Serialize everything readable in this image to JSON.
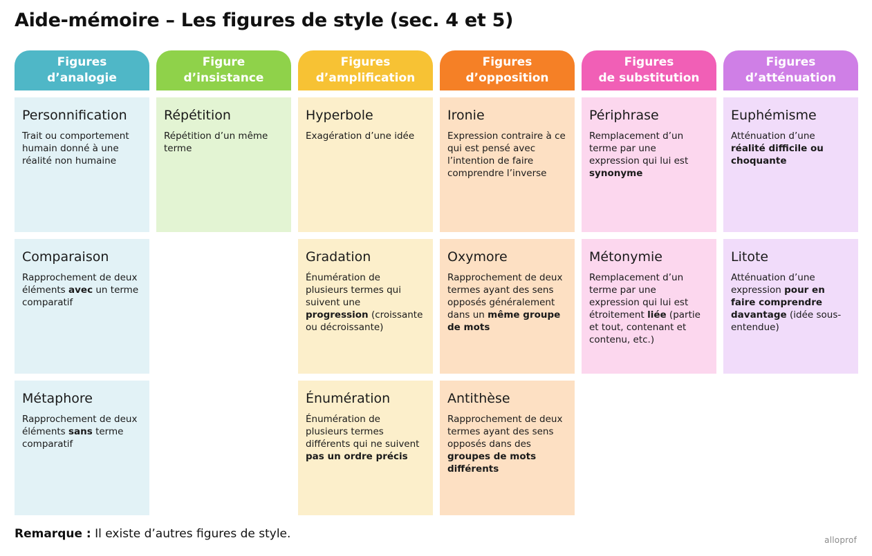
{
  "title": "Aide-mémoire – Les figures de style (sec. 4 et 5)",
  "categories": [
    {
      "header": "Figures\nd’analogie",
      "header_color": "#4fb7c7",
      "card_color": "#e2f2f6",
      "figures": [
        {
          "name": "Personnification",
          "desc": [
            [
              "Trait ou comportement humain donné à une réalité non humaine",
              false
            ]
          ]
        },
        {
          "name": "Comparaison",
          "desc": [
            [
              "Rapprochement de deux éléments ",
              false
            ],
            [
              "avec",
              true
            ],
            [
              " un terme comparatif",
              false
            ]
          ]
        },
        {
          "name": "Métaphore",
          "desc": [
            [
              "Rapprochement de deux éléments ",
              false
            ],
            [
              "sans",
              true
            ],
            [
              " terme comparatif",
              false
            ]
          ]
        }
      ]
    },
    {
      "header": "Figure\nd’insistance",
      "header_color": "#8fd24a",
      "card_color": "#e3f4d3",
      "figures": [
        {
          "name": "Répétition",
          "desc": [
            [
              "Répétition d’un même terme",
              false
            ]
          ]
        }
      ]
    },
    {
      "header": "Figures\nd’amplification",
      "header_color": "#f7c234",
      "card_color": "#fcefcb",
      "figures": [
        {
          "name": "Hyperbole",
          "desc": [
            [
              "Exagération d’une idée",
              false
            ]
          ]
        },
        {
          "name": "Gradation",
          "desc": [
            [
              "Énumération de plusieurs termes qui suivent une ",
              false
            ],
            [
              "progression",
              true
            ],
            [
              " (croissante ou décroissante)",
              false
            ]
          ]
        },
        {
          "name": "Énumération",
          "desc": [
            [
              "Énumération de plusieurs termes différents qui ne suivent ",
              false
            ],
            [
              "pas un ordre précis",
              true
            ]
          ]
        }
      ]
    },
    {
      "header": "Figures\nd’opposition",
      "header_color": "#f58026",
      "card_color": "#fde0c3",
      "figures": [
        {
          "name": "Ironie",
          "desc": [
            [
              "Expression contraire à ce qui est pensé avec l’intention de faire comprendre l’inverse",
              false
            ]
          ]
        },
        {
          "name": "Oxymore",
          "desc": [
            [
              "Rapprochement de deux termes ayant des sens opposés généralement dans un ",
              false
            ],
            [
              "même groupe de mots",
              true
            ]
          ]
        },
        {
          "name": "Antithèse",
          "desc": [
            [
              "Rapprochement de deux termes ayant des sens opposés dans des ",
              false
            ],
            [
              "groupes de mots différents",
              true
            ]
          ]
        }
      ]
    },
    {
      "header": "Figures\nde substitution",
      "header_color": "#f15fb6",
      "card_color": "#fcd7ee",
      "figures": [
        {
          "name": "Périphrase",
          "desc": [
            [
              "Remplacement d’un terme par une expression qui lui est ",
              false
            ],
            [
              "synonyme",
              true
            ]
          ]
        },
        {
          "name": "Métonymie",
          "desc": [
            [
              "Remplacement d’un terme par une expression qui lui est étroitement ",
              false
            ],
            [
              "liée",
              true
            ],
            [
              " (partie et tout, contenant et contenu, etc.)",
              false
            ]
          ]
        }
      ]
    },
    {
      "header": "Figures\nd’atténuation",
      "header_color": "#cf7fe6",
      "card_color": "#f1dcfa",
      "figures": [
        {
          "name": "Euphémisme",
          "desc": [
            [
              "Atténuation d’une ",
              false
            ],
            [
              "réalité difficile ou choquante",
              true
            ]
          ]
        },
        {
          "name": "Litote",
          "desc": [
            [
              "Atténuation d’une expression ",
              false
            ],
            [
              "pour en faire comprendre davantage",
              true
            ],
            [
              " (idée sous-entendue)",
              false
            ]
          ]
        }
      ]
    }
  ],
  "note": {
    "label": "Remarque :",
    "text": " Il existe d’autres figures de style."
  },
  "brand": "alloprof"
}
